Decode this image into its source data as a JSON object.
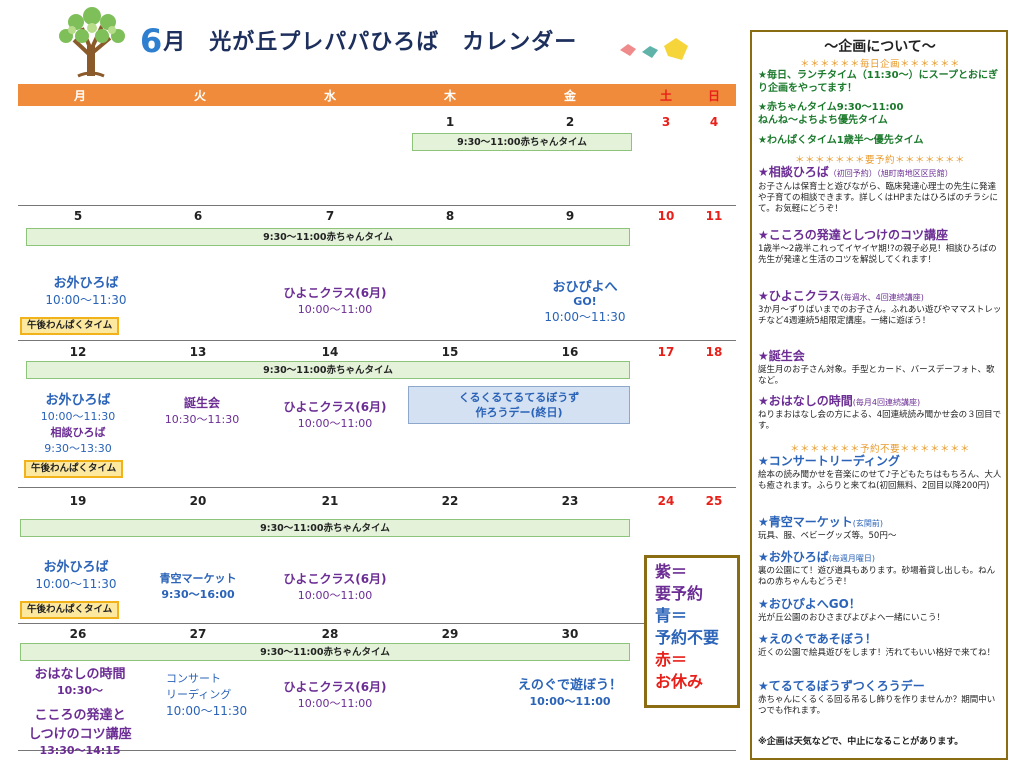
{
  "header": {
    "month_num": "6",
    "month_unit": "月",
    "title": "光が丘プレパパひろば　カレンダー"
  },
  "weekdays": [
    "月",
    "火",
    "水",
    "木",
    "金",
    "土",
    "日"
  ],
  "dates": {
    "r1": [
      "1",
      "2",
      "3",
      "4"
    ],
    "r2": [
      "5",
      "6",
      "7",
      "8",
      "9",
      "10",
      "11"
    ],
    "r3": [
      "12",
      "13",
      "14",
      "15",
      "16",
      "17",
      "18"
    ],
    "r4": [
      "19",
      "20",
      "21",
      "22",
      "23",
      "24",
      "25"
    ],
    "r5": [
      "26",
      "27",
      "28",
      "29",
      "30"
    ]
  },
  "bars": {
    "baby_short": "9:30～11:00赤ちゃんタイム",
    "baby": "9:30～11:00赤ちゃんタイム"
  },
  "tag": "午後わんぱくタイム",
  "events": {
    "outside": "お外ひろば",
    "outside_time": "10:00～11:30",
    "hiyoko": "ひよこクラス(6月)",
    "hiyoko_time": "10:00～11:00",
    "ohiyo1": "おひぴよへ",
    "ohiyo2": "GO!",
    "ohiyo_time": "10:00～11:30",
    "bday": "誕生会",
    "bday_time": "10:30～11:30",
    "soudan": "相談ひろば",
    "soudan_time": "9:30～13:30",
    "teru1": "くるくるてるてるぼうず",
    "teru2": "作ろうデー(終日)",
    "aozora": "青空マーケット",
    "aozora_time": "9:30～16:00",
    "ohanashi": "おはなしの時間",
    "ohanashi_time": "10:30～",
    "kokoro1": "こころの発達と",
    "kokoro2": "しつけのコツ講座",
    "kokoro_time": "13:30～14:15",
    "concert1": "コンサート",
    "concert2": "リーディング",
    "concert_time": "10:00～11:30",
    "enogu": "えのぐで遊ぼう！",
    "enogu_time": "10:00～11:00"
  },
  "legend": {
    "l1": "紫＝",
    "l2": "要予約",
    "l3": "青＝",
    "l4": "予約不要",
    "l5": "赤＝",
    "l6": "お休み"
  },
  "panel": {
    "heading": "～企画について～",
    "div_daily": "＊＊＊＊＊＊毎日企画＊＊＊＊＊＊",
    "daily1": "★毎日、ランチタイム（11:30～）にスープとおにぎり企画をやってます！",
    "daily2": "★赤ちゃんタイム9:30～11:00",
    "daily2b": "ねんね～よちよち優先タイム",
    "daily3": "★わんぱくタイム1歳半～優先タイム",
    "div_res": "＊＊＊＊＊＊＊要予約＊＊＊＊＊＊＊",
    "soudan_t": "★相談ひろば",
    "soudan_s": "（初回予約）（旭町南地区区民館）",
    "soudan_d": "お子さんは保育士と遊びながら、臨床発達心理士の先生に発達や子育ての相談できます。詳しくはHPまたはひろばのチラシにて。お気軽にどうぞ！",
    "kokoro_t": "★こころの発達としつけのコツ講座",
    "kokoro_d": "1歳半～2歳半これってイヤイヤ期!?の親子必見！相談ひろばの先生が発達と生活のコツを解説してくれます！",
    "hiyoko_t": "★ひよこクラス",
    "hiyoko_s": "(毎週水、4回連続講座)",
    "hiyoko_d": "3か月～ずりばいまでのお子さん。ふれあい遊びやママストレッチなど4週連続5組限定講座。一緒に遊ぼう！",
    "bday_t": "★誕生会",
    "bday_d": "誕生月のお子さん対象。手型とカード、バースデーフォト、歌など。",
    "ohanashi_t": "★おはなしの時間",
    "ohanashi_s": "(毎月4回連続講座)",
    "ohanashi_d": "ねりまおはなし会の方による、4回連続読み聞かせ会の３回目です。",
    "div_free": "＊＊＊＊＊＊＊予約不要＊＊＊＊＊＊＊",
    "concert_t": "★コンサートリーディング",
    "concert_d": "絵本の読み聞かせを音楽にのせて♪子どもたちはもちろん、大人も癒されます。ふらりと来てね(初回無料、2回目以降200円)",
    "aozora_t": "★青空マーケット",
    "aozora_s": "(玄関前)",
    "aozora_d": "玩具、服、ベビーグッズ等。50円～",
    "outside_t": "★お外ひろば",
    "outside_s": "(毎週月曜日)",
    "outside_d": "裏の公園にて！遊び道具もあります。砂場着貸し出しも。ねんねの赤ちゃんもどうぞ！",
    "ohiyo_t": "★おひぴよへGO！",
    "ohiyo_d": "光が丘公園のおひさまぴよぴよへ一緒にいこう！",
    "enogu_t": "★えのぐであそぼう！",
    "enogu_d": "近くの公園で絵具遊びをします！汚れてもいい格好で来てね！",
    "teru_t": "★てるてるぼうずつくろうデー",
    "teru_d": "赤ちゃんにくるくる回る吊るし飾りを作りませんか？期間中いつでも作れます。",
    "note": "※企画は天気などで、中止になることがあります。"
  }
}
